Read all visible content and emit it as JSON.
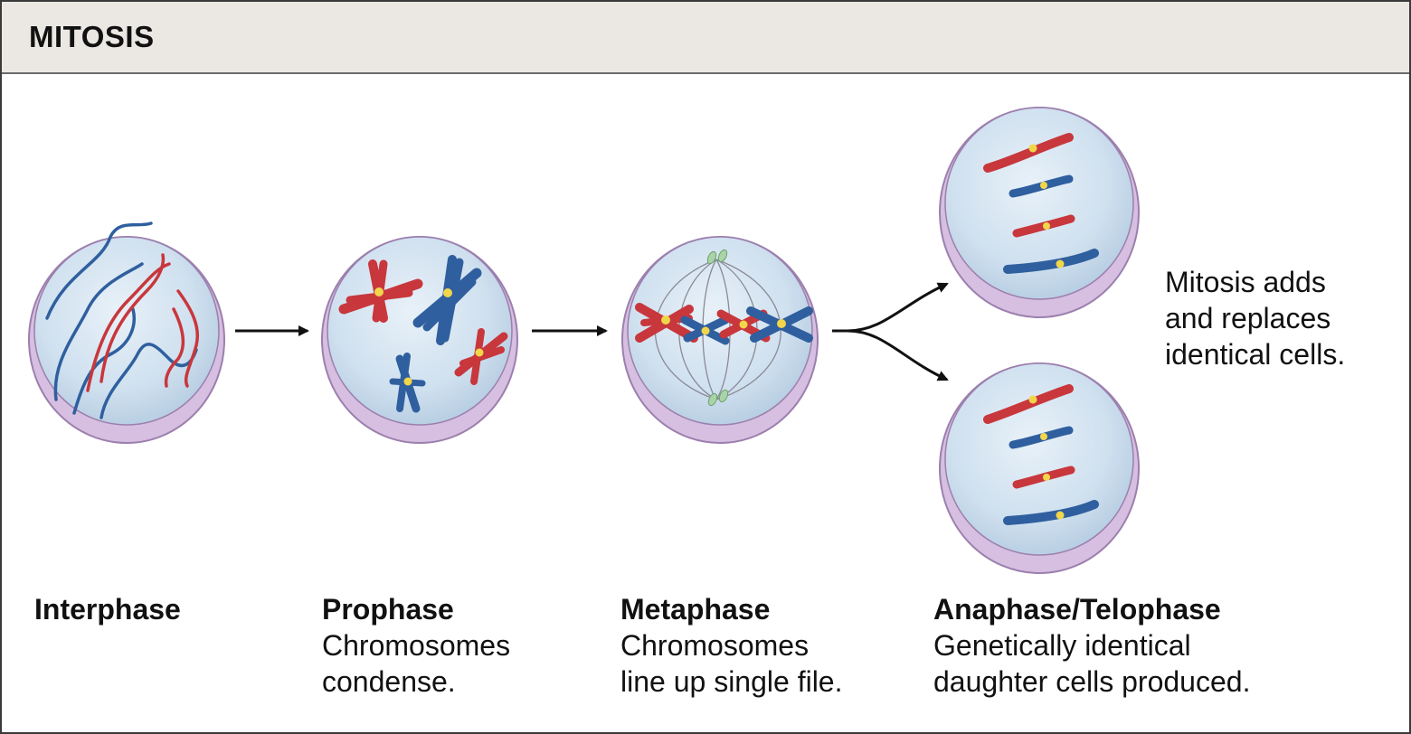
{
  "header": {
    "title": "MITOSIS"
  },
  "stages": [
    {
      "name": "Interphase",
      "desc1": "",
      "desc2": ""
    },
    {
      "name": "Prophase",
      "desc1": "Chromosomes",
      "desc2": "condense."
    },
    {
      "name": "Metaphase",
      "desc1": "Chromosomes",
      "desc2": "line up single file."
    },
    {
      "name": "Anaphase/Telophase",
      "desc1": "Genetically identical",
      "desc2": "daughter cells produced."
    }
  ],
  "note": {
    "line1": "Mitosis adds",
    "line2": "and replaces",
    "line3": "identical cells."
  },
  "colors": {
    "chromosome_red": "#c8373c",
    "chromosome_blue": "#2f5f9e",
    "centromere": "#f2d64a",
    "nucleus_fill": "#cfe0ef",
    "cell_rim": "#c7a9d1",
    "spindle": "#8a8a96",
    "centriole": "#a8d4a8"
  }
}
